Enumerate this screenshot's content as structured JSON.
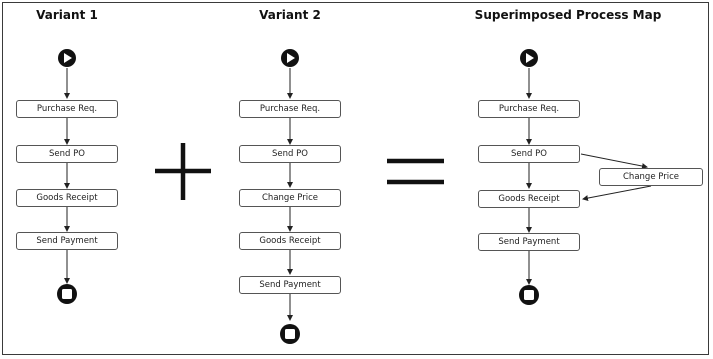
{
  "variant1": {
    "title": "Variant 1",
    "steps": [
      "Purchase Req.",
      "Send PO",
      "Goods Receipt",
      "Send Payment"
    ]
  },
  "variant2": {
    "title": "Variant 2",
    "steps": [
      "Purchase Req.",
      "Send PO",
      "Change Price",
      "Goods Receipt",
      "Send Payment"
    ]
  },
  "superimposed": {
    "title": "Superimposed Process Map",
    "steps": [
      "Purchase Req.",
      "Send PO",
      "Goods Receipt",
      "Send Payment"
    ],
    "branch_step": "Change Price"
  },
  "operators": {
    "plus": "plus-sign",
    "equals": "equals-sign"
  },
  "icons": {
    "start": "start-play-icon",
    "end": "end-stop-icon"
  }
}
